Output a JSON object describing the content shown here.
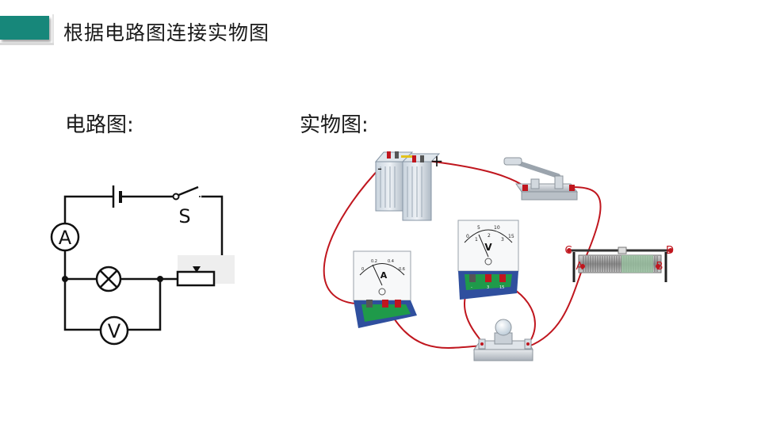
{
  "slide": {
    "title": "根据电路图连接实物图",
    "circuit_label": "电路图:",
    "physical_label": "实物图:"
  },
  "circuit": {
    "ammeter_symbol": "A",
    "voltmeter_symbol": "V",
    "switch_label": "S"
  },
  "physical": {
    "battery_plus": "+",
    "battery_minus": "-",
    "ammeter_letter": "A",
    "voltmeter_letter": "V",
    "ammeter_scale": [
      "0",
      "0.2",
      "0.4",
      "0.6"
    ],
    "voltmeter_scale_top": [
      "0",
      "5",
      "10",
      "15"
    ],
    "voltmeter_scale_bottom": [
      "1",
      "2",
      "3"
    ],
    "voltmeter_terminals": [
      "-",
      "3",
      "15"
    ],
    "rheostat_terminals": {
      "c": "C",
      "d": "D",
      "a": "A",
      "b": "B"
    }
  },
  "colors": {
    "accent": "#17877a",
    "wire_red": "#c0161e",
    "meter_base_blue": "#2f4f9e",
    "meter_plate_green": "#1f9a4a"
  }
}
